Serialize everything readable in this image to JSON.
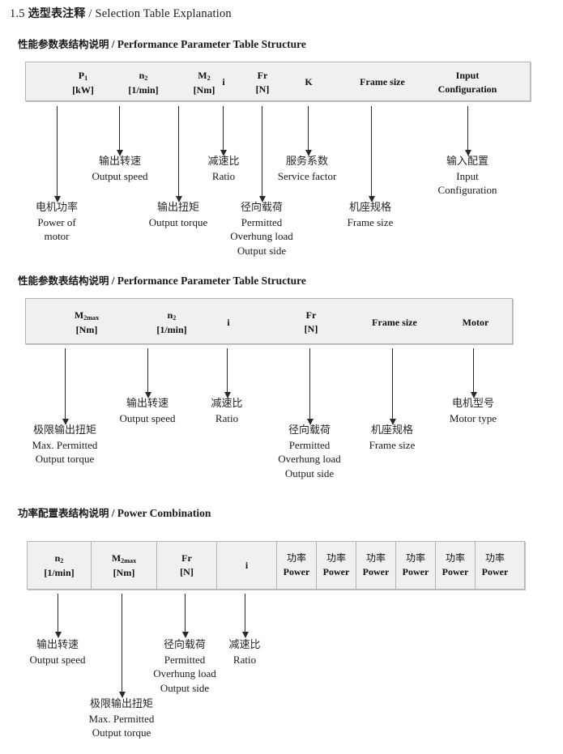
{
  "document": {
    "title_number": "1.5",
    "title_cn": "选型表注释",
    "title_sep": "/",
    "title_en": "Selection Table Explanation"
  },
  "sections": [
    {
      "heading_cn": "性能参数表结构说明",
      "heading_sep": "/",
      "heading_en": "Performance Parameter Table Structure",
      "table": {
        "columns": [
          {
            "symbol": "P",
            "sub": "1",
            "unit": "[kW]"
          },
          {
            "symbol": "n",
            "sub": "2",
            "unit": "[1/min]"
          },
          {
            "symbol": "M",
            "sub": "2",
            "unit": "[Nm]"
          },
          {
            "symbol": "i",
            "sub": "",
            "unit": ""
          },
          {
            "symbol": "Fr",
            "sub": "",
            "unit": "[N]"
          },
          {
            "symbol": "K",
            "sub": "",
            "unit": ""
          },
          {
            "symbol": "Frame size",
            "sub": "",
            "unit": ""
          },
          {
            "symbol": "Input",
            "sub": "",
            "unit": "Configuration"
          }
        ]
      },
      "annotations": [
        {
          "cn": "电机功率",
          "en": [
            "Power of",
            "motor"
          ]
        },
        {
          "cn": "输出转速",
          "en": [
            "Output speed"
          ]
        },
        {
          "cn": "输出扭矩",
          "en": [
            "Output torque"
          ]
        },
        {
          "cn": "减速比",
          "en": [
            "Ratio"
          ]
        },
        {
          "cn": "径向载荷",
          "en": [
            "Permitted",
            "Overhung load",
            "Output side"
          ]
        },
        {
          "cn": "服务系数",
          "en": [
            "Service factor"
          ]
        },
        {
          "cn": "机座规格",
          "en": [
            "Frame size"
          ]
        },
        {
          "cn": "输入配置",
          "en": [
            "Input",
            "Configuration"
          ]
        }
      ]
    },
    {
      "heading_cn": "性能参数表结构说明",
      "heading_sep": "/",
      "heading_en": "Performance Parameter Table Structure",
      "table": {
        "columns": [
          {
            "symbol": "M",
            "sub": "2max",
            "unit": "[Nm]"
          },
          {
            "symbol": "n",
            "sub": "2",
            "unit": "[1/min]"
          },
          {
            "symbol": "i",
            "sub": "",
            "unit": ""
          },
          {
            "symbol": "Fr",
            "sub": "",
            "unit": "[N]"
          },
          {
            "symbol": "Frame size",
            "sub": "",
            "unit": ""
          },
          {
            "symbol": "Motor",
            "sub": "",
            "unit": ""
          }
        ]
      },
      "annotations": [
        {
          "cn": "极限输出扭矩",
          "en": [
            "Max. Permitted",
            "Output  torque"
          ]
        },
        {
          "cn": "输出转速",
          "en": [
            "Output speed"
          ]
        },
        {
          "cn": "减速比",
          "en": [
            "Ratio"
          ]
        },
        {
          "cn": "径向载荷",
          "en": [
            "Permitted",
            "Overhung load",
            "Output side"
          ]
        },
        {
          "cn": "机座规格",
          "en": [
            "Frame size"
          ]
        },
        {
          "cn": "电机型号",
          "en": [
            "Motor type"
          ]
        }
      ]
    },
    {
      "heading_cn": "功率配置表结构说明",
      "heading_sep": "/",
      "heading_en": "Power Combination",
      "table": {
        "columns": [
          {
            "symbol": "n",
            "sub": "2",
            "unit": "[1/min]"
          },
          {
            "symbol": "M",
            "sub": "2max",
            "unit": "[Nm]"
          },
          {
            "symbol": "Fr",
            "sub": "",
            "unit": "[N]"
          },
          {
            "symbol": "i",
            "sub": "",
            "unit": ""
          },
          {
            "symbol": "功率",
            "sub": "",
            "unit": "Power"
          },
          {
            "symbol": "功率",
            "sub": "",
            "unit": "Power"
          },
          {
            "symbol": "功率",
            "sub": "",
            "unit": "Power"
          },
          {
            "symbol": "功率",
            "sub": "",
            "unit": "Power"
          },
          {
            "symbol": "功率",
            "sub": "",
            "unit": "Power"
          },
          {
            "symbol": "功率",
            "sub": "",
            "unit": "Power"
          }
        ]
      },
      "annotations": [
        {
          "cn": "输出转速",
          "en": [
            "Output speed"
          ]
        },
        {
          "cn": "极限输出扭矩",
          "en": [
            "Max. Permitted",
            "Output  torque"
          ]
        },
        {
          "cn": "径向载荷",
          "en": [
            "Permitted",
            "Overhung load",
            "Output side"
          ]
        },
        {
          "cn": "减速比",
          "en": [
            "Ratio"
          ]
        }
      ]
    }
  ]
}
